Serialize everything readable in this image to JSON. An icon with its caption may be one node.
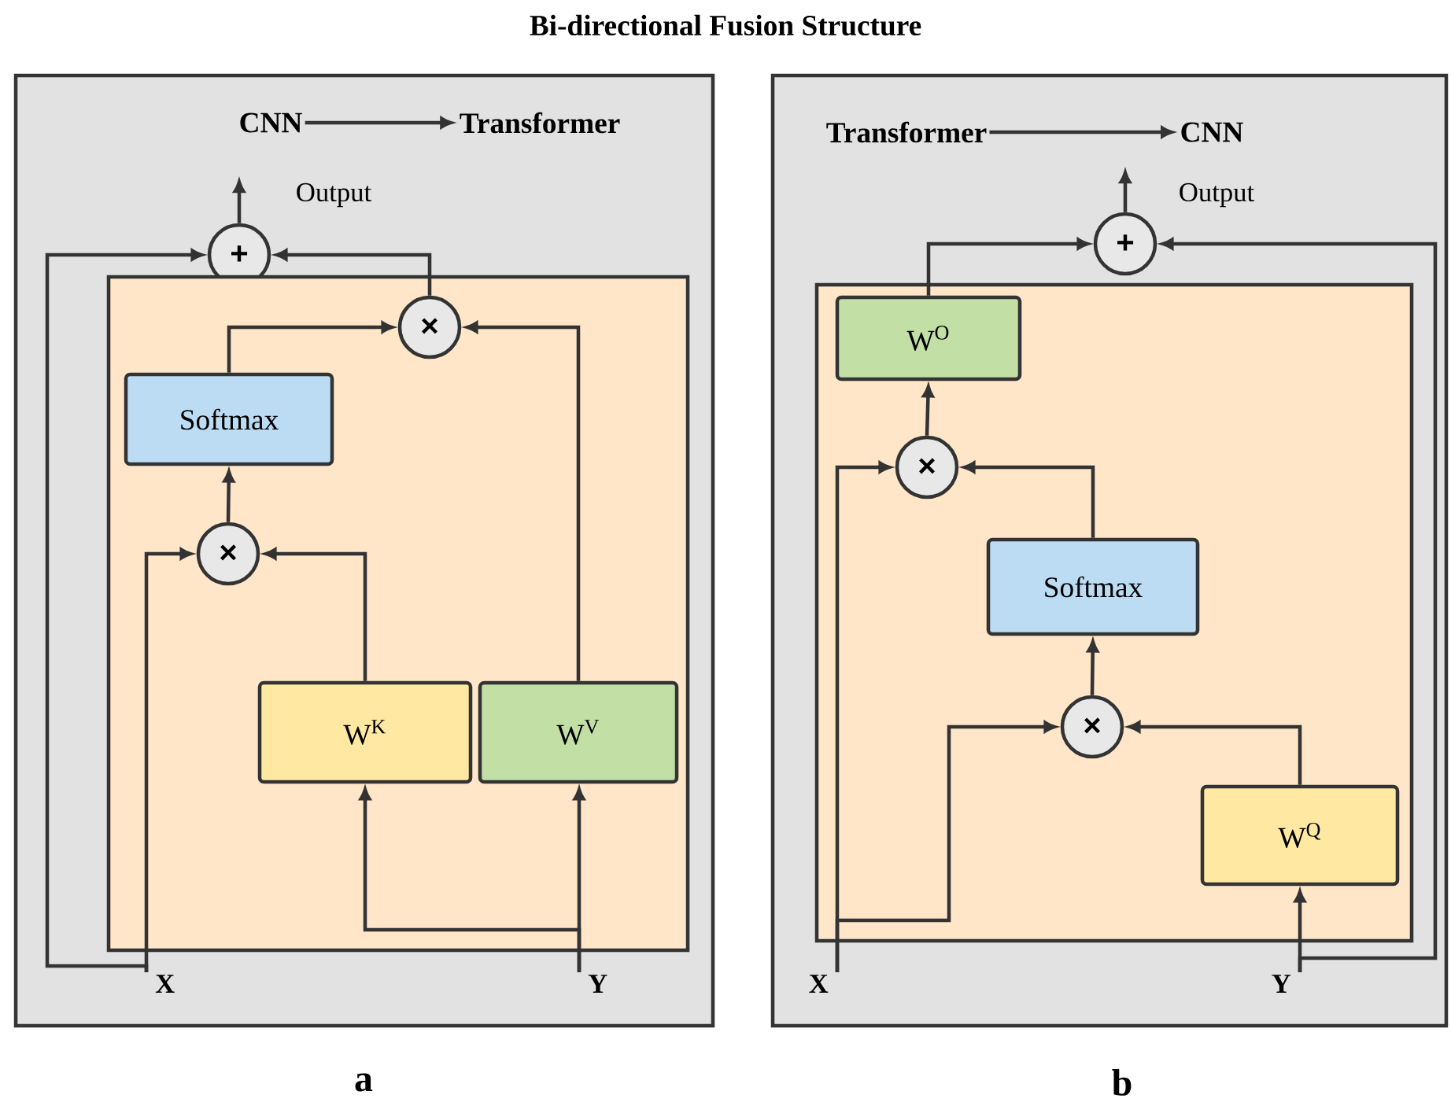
{
  "diagram": {
    "title": "Bi-directional Fusion Structure",
    "nodes": [
      {
        "text": [],
        "shape": "box",
        "beside": [
          "a"
        ]
      },
      {
        "text": [
          "CNN"
        ],
        "in": 0
      },
      {
        "text": [
          "Transformer"
        ],
        "in": 0
      },
      {
        "text": [
          "+"
        ],
        "in": 0,
        "beside": [
          "Output"
        ]
      },
      {
        "text": [],
        "shape": "box",
        "in": 0
      },
      {
        "text": [
          "×"
        ],
        "in": 4
      },
      {
        "text": [
          "Softmax"
        ],
        "in": 4
      },
      {
        "text": [
          "×"
        ],
        "in": 4
      },
      {
        "text": [
          "W$^{K}$"
        ],
        "in": 4
      },
      {
        "text": [
          "W$^{V}$"
        ],
        "in": 4
      },
      {
        "text": [
          "X"
        ],
        "in": 0
      },
      {
        "text": [
          "Y"
        ],
        "in": 0
      },
      {
        "text": [],
        "shape": "box",
        "beside": [
          "b"
        ]
      },
      {
        "text": [
          "Transformer"
        ],
        "in": 12
      },
      {
        "text": [
          "CNN"
        ],
        "in": 12
      },
      {
        "text": [
          "+"
        ],
        "in": 12,
        "beside": [
          "Output"
        ]
      },
      {
        "text": [],
        "shape": "box",
        "in": 12
      },
      {
        "text": [
          "W$^{O}$"
        ],
        "in": 16
      },
      {
        "text": [
          "×"
        ],
        "in": 16
      },
      {
        "text": [
          "Softmax"
        ],
        "in": 16
      },
      {
        "text": [
          "×"
        ],
        "in": 16
      },
      {
        "text": [
          "W$^{Q}$"
        ],
        "in": 16
      },
      {
        "text": [
          "X"
        ],
        "in": 12
      },
      {
        "text": [
          "Y"
        ],
        "in": 12
      }
    ],
    "edges": [
      {
        "from": 1,
        "to": 2,
        "arrow": "to"
      },
      {
        "from": 10,
        "to": 3,
        "arrow": "to"
      },
      {
        "from": 10,
        "to": 7,
        "arrow": "to"
      },
      {
        "from": 11,
        "to": 9,
        "arrow": "to"
      },
      {
        "from": 11,
        "to": 8,
        "arrow": "to"
      },
      {
        "from": 8,
        "to": 7,
        "arrow": "to"
      },
      {
        "from": 7,
        "to": 6,
        "arrow": "to"
      },
      {
        "from": 6,
        "to": 5,
        "arrow": "to"
      },
      {
        "from": 9,
        "to": 5,
        "arrow": "to"
      },
      {
        "from": 5,
        "to": 3,
        "arrow": "to"
      },
      {
        "from": 3,
        "to": null,
        "arrow": "to"
      },
      {
        "from": 13,
        "to": 14,
        "arrow": "to"
      },
      {
        "from": 22,
        "to": 18,
        "arrow": "to"
      },
      {
        "from": 22,
        "to": 20,
        "arrow": "to"
      },
      {
        "from": 23,
        "to": 21,
        "arrow": "to"
      },
      {
        "from": 23,
        "to": 15,
        "arrow": "to"
      },
      {
        "from": 21,
        "to": 20,
        "arrow": "to"
      },
      {
        "from": 20,
        "to": 19,
        "arrow": "to"
      },
      {
        "from": 19,
        "to": 18,
        "arrow": "to"
      },
      {
        "from": 18,
        "to": 17,
        "arrow": "to"
      },
      {
        "from": 17,
        "to": 15,
        "arrow": "to"
      },
      {
        "from": 15,
        "to": null,
        "arrow": "to"
      }
    ]
  }
}
